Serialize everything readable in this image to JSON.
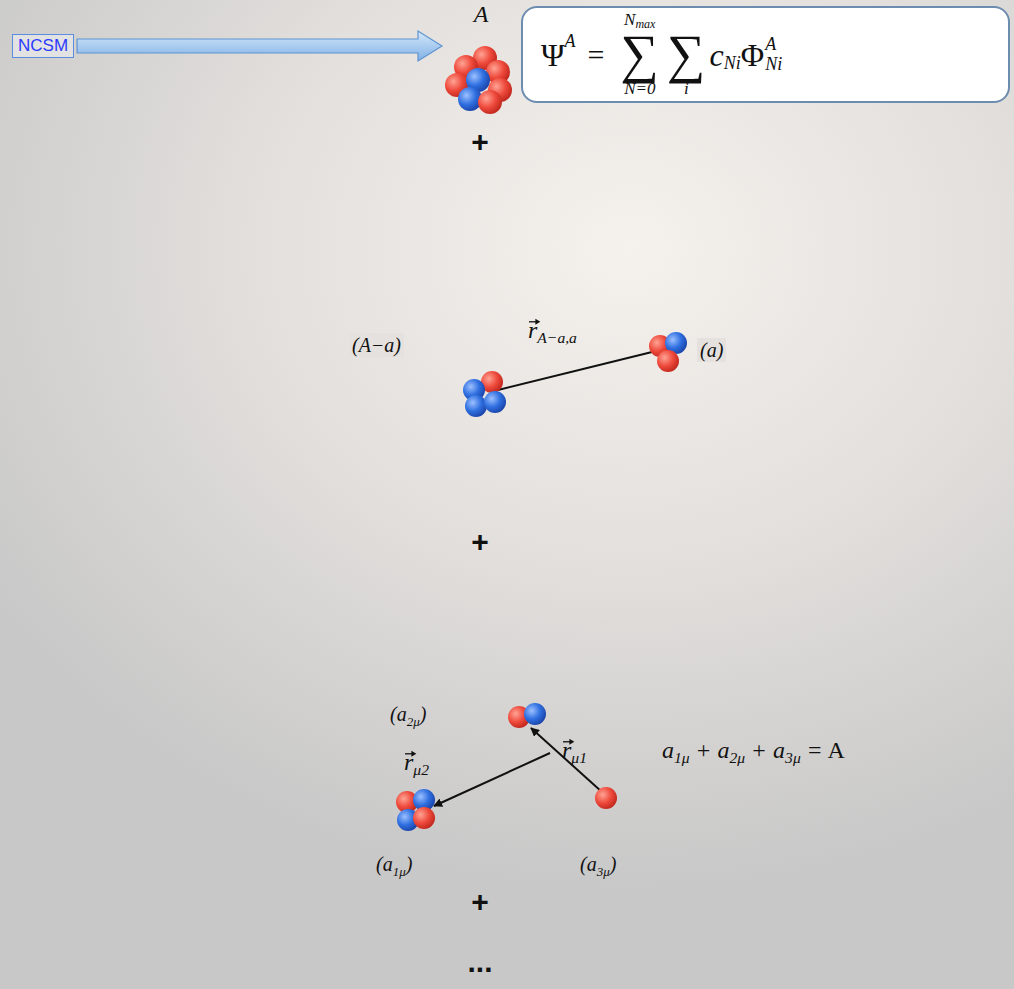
{
  "diagram": {
    "nodes": [
      {
        "text": [
          "NCSM"
        ]
      },
      {
        "text": [
          "A"
        ]
      },
      {
        "text": [
          "Ψ",
          "A",
          "=",
          "N",
          "max",
          "∑",
          "N=0",
          "∑",
          "i",
          "c",
          "Ni",
          "Φ",
          "A",
          "Ni"
        ]
      }
    ],
    "edges": [
      {
        "from": 0,
        "to": 1,
        "arrow": "to"
      }
    ],
    "labels": [
      "+",
      "(A−a)",
      "r",
      "A−a,a",
      "(a)",
      "+",
      "(a",
      "2μ",
      ")",
      "r",
      "μ1",
      "r",
      "μ2",
      "(a",
      "1μ",
      ")",
      "(a",
      "3μ",
      ")",
      "a",
      "1μ",
      "+",
      "a",
      "2μ",
      "+",
      "a",
      "3μ",
      "= A",
      "+",
      "..."
    ]
  }
}
